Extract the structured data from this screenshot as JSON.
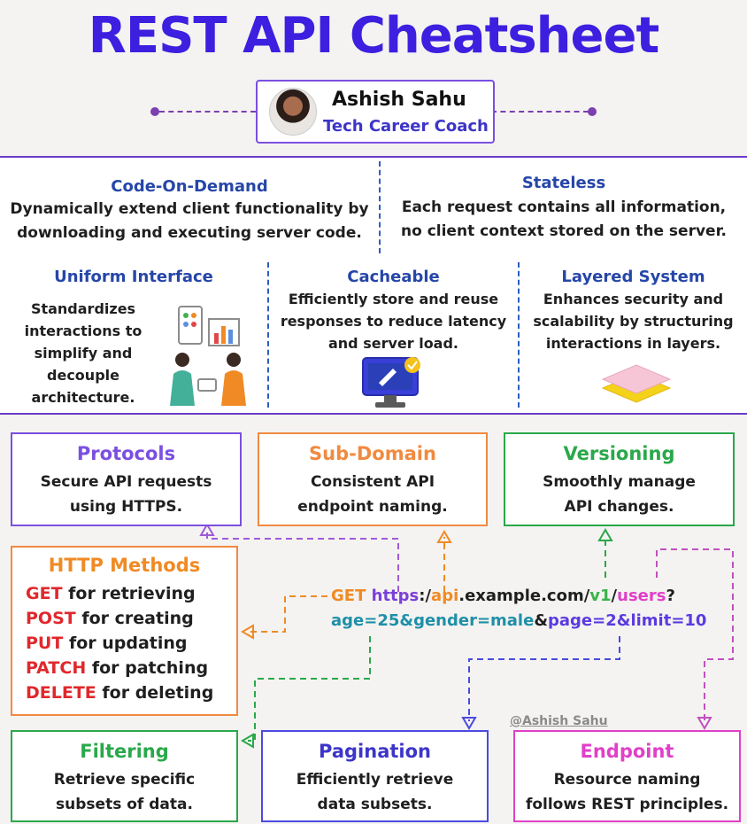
{
  "title": "REST API Cheatsheet",
  "author": {
    "name": "Ashish Sahu",
    "role": "Tech Career Coach",
    "watermark": "@Ashish Sahu"
  },
  "principles_top": [
    {
      "title": "Code-On-Demand",
      "text_lines": [
        "Dynamically extend client functionality by",
        "downloading and executing server code."
      ]
    },
    {
      "title": "Stateless",
      "text_lines": [
        "Each request contains all information,",
        "no client context stored on the server."
      ]
    }
  ],
  "principles_mid": [
    {
      "title": "Uniform Interface",
      "text_lines": [
        "Standardizes",
        "interactions to",
        "simplify and",
        "decouple",
        "architecture."
      ]
    },
    {
      "title": "Cacheable",
      "text_lines": [
        "Efficiently store and reuse",
        "responses to reduce latency",
        "and server load."
      ]
    },
    {
      "title": "Layered System",
      "text_lines": [
        "Enhances security and",
        "scalability by structuring",
        "interactions in layers."
      ]
    }
  ],
  "boxes": {
    "protocols": {
      "title": "Protocols",
      "text_lines": [
        "Secure API requests",
        "using HTTPS."
      ],
      "color": "#7b4fe0",
      "title_color": "#7b4fe0"
    },
    "subdomain": {
      "title": "Sub-Domain",
      "text_lines": [
        "Consistent API",
        "endpoint naming."
      ],
      "color": "#f08a40",
      "title_color": "#f08a40"
    },
    "versioning": {
      "title": "Versioning",
      "text_lines": [
        "Smoothly manage",
        "API changes."
      ],
      "color": "#2aa84a",
      "title_color": "#2aa84a"
    },
    "http_methods": {
      "title": "HTTP Methods",
      "color": "#f08a40",
      "title_color": "#f08a24",
      "methods": [
        {
          "verb": "GET",
          "desc": " for retrieving"
        },
        {
          "verb": "POST",
          "desc": " for creating"
        },
        {
          "verb": "PUT",
          "desc": " for updating"
        },
        {
          "verb": "PATCH",
          "desc": " for patching"
        },
        {
          "verb": "DELETE",
          "desc": " for deleting"
        }
      ]
    },
    "filtering": {
      "title": "Filtering",
      "text_lines": [
        "Retrieve specific",
        "subsets of data."
      ],
      "color": "#2aa84a",
      "title_color": "#2aa84a"
    },
    "pagination": {
      "title": "Pagination",
      "text_lines": [
        "Efficiently retrieve",
        "data subsets."
      ],
      "color": "#4a4ae0",
      "title_color": "#3d35c8"
    },
    "endpoint": {
      "title": "Endpoint",
      "text_lines": [
        "Resource naming",
        "follows REST principles."
      ],
      "color": "#e040c8",
      "title_color": "#e040c8"
    }
  },
  "url": {
    "method": "GET",
    "scheme": "https",
    "sep1": ":/",
    "subdomain": "api",
    "domain": ".example.com/",
    "version": "v1",
    "sep2": "/",
    "resource": "users",
    "qmark": "?",
    "filter": "age=25&gender=male",
    "amp": "&",
    "pagination": "page=2&limit=10"
  },
  "colors": {
    "title": "#3d1fe0",
    "band_border": "#6a3cc8",
    "section_title": "#2646a8",
    "verb_red": "#e0282c"
  }
}
